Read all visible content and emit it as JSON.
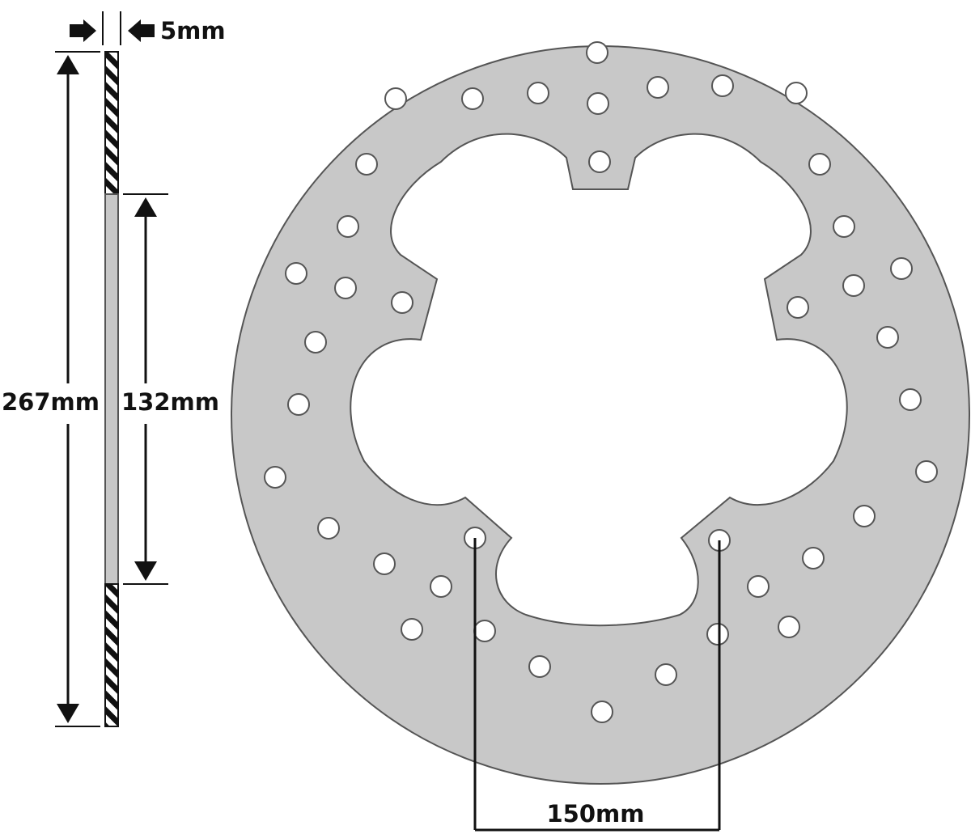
{
  "dimensions": {
    "thickness": "5mm",
    "outer_diameter": "267mm",
    "inner_diameter": "132mm",
    "bolt_spacing": "150mm"
  },
  "colors": {
    "disc_fill": "#c8c8c8",
    "outline": "#555555",
    "line": "#111111",
    "background": "#ffffff"
  },
  "icons": {
    "thickness_arrows": "right-arrow-icon and left-arrow-icon"
  }
}
